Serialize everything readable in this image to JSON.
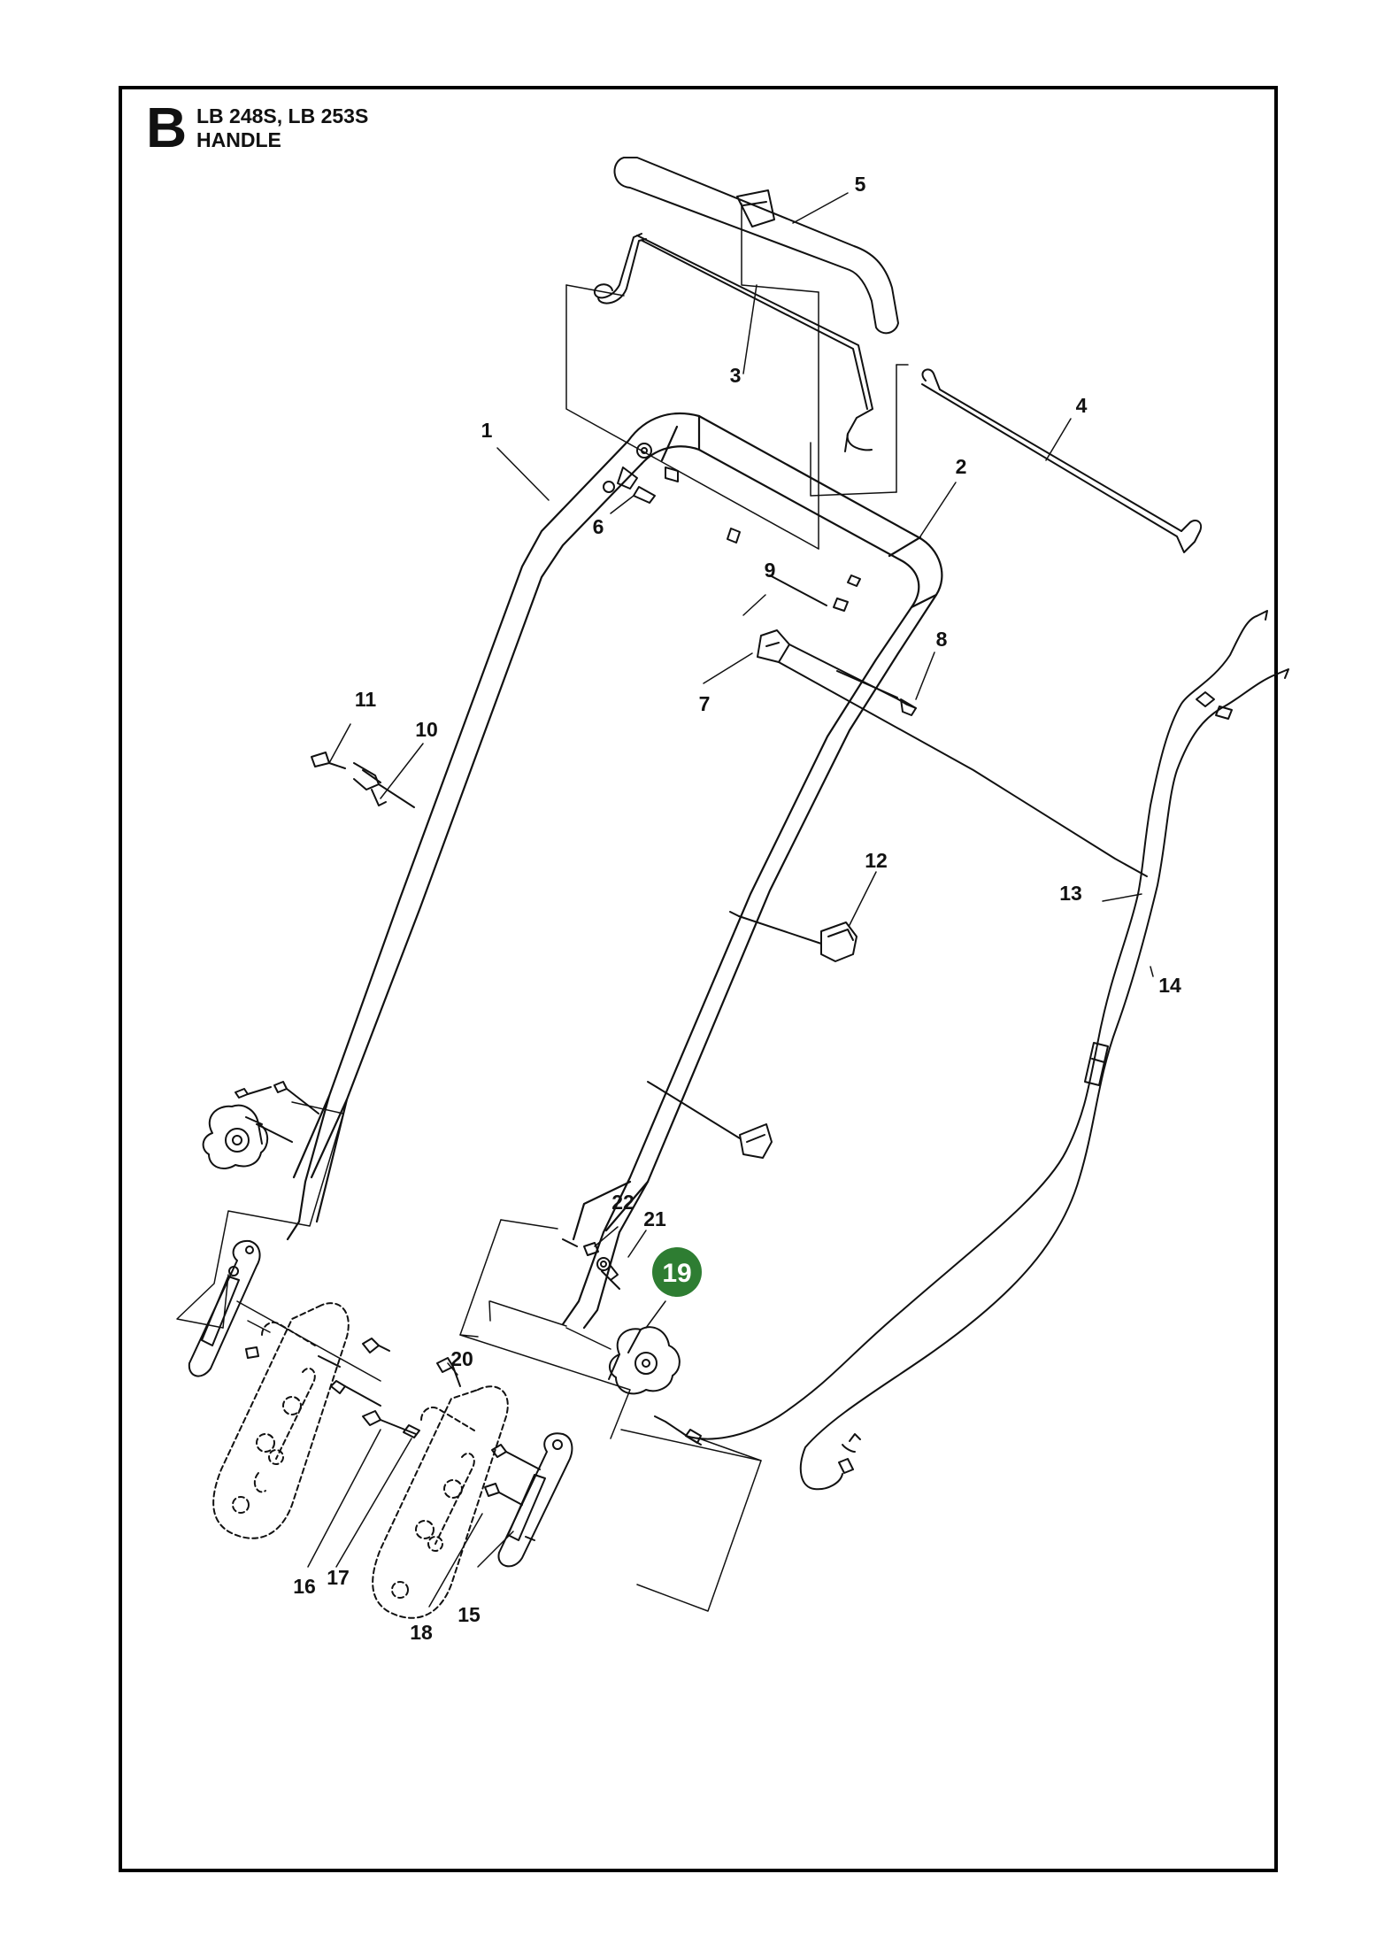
{
  "header": {
    "letter": "B",
    "models": "LB 248S, LB 253S",
    "title": "HANDLE"
  },
  "highlight_color": "#2e7d32",
  "callouts": [
    {
      "id": "c1",
      "label": "1"
    },
    {
      "id": "c2",
      "label": "2"
    },
    {
      "id": "c3",
      "label": "3"
    },
    {
      "id": "c4",
      "label": "4"
    },
    {
      "id": "c5",
      "label": "5"
    },
    {
      "id": "c6",
      "label": "6"
    },
    {
      "id": "c7",
      "label": "7"
    },
    {
      "id": "c8",
      "label": "8"
    },
    {
      "id": "c9",
      "label": "9"
    },
    {
      "id": "c10",
      "label": "10"
    },
    {
      "id": "c11",
      "label": "11"
    },
    {
      "id": "c12",
      "label": "12"
    },
    {
      "id": "c13",
      "label": "13"
    },
    {
      "id": "c14",
      "label": "14"
    },
    {
      "id": "c15",
      "label": "15"
    },
    {
      "id": "c16",
      "label": "16"
    },
    {
      "id": "c17",
      "label": "17"
    },
    {
      "id": "c18",
      "label": "18"
    },
    {
      "id": "c19",
      "label": "19",
      "highlighted": true
    },
    {
      "id": "c20",
      "label": "20"
    },
    {
      "id": "c21",
      "label": "21"
    },
    {
      "id": "c22",
      "label": "22"
    }
  ]
}
